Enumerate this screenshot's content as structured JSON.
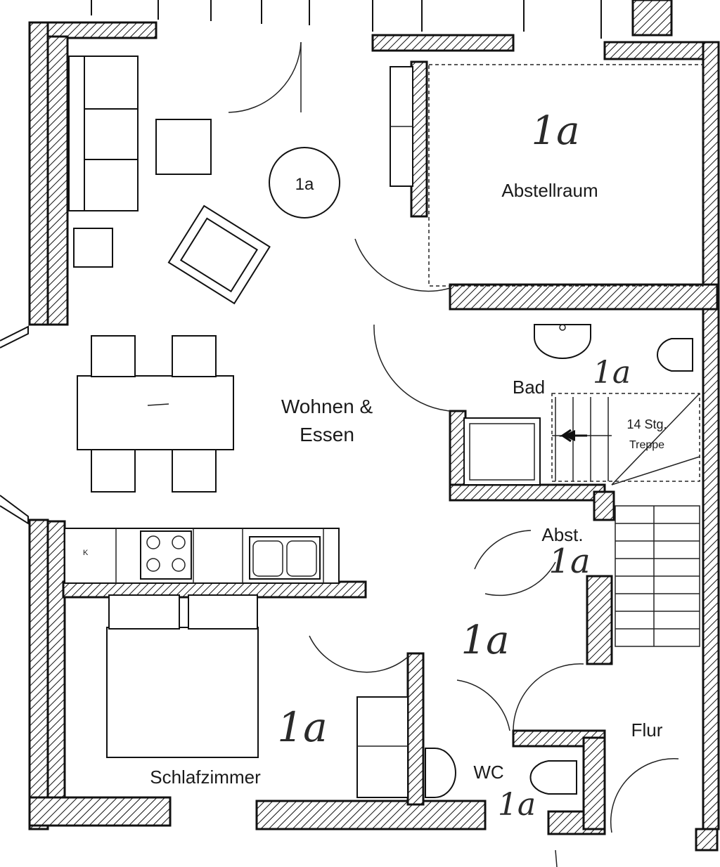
{
  "rooms": {
    "wohnen_line1": "Wohnen &",
    "wohnen_line2": "Essen",
    "abstellraum": "Abstellraum",
    "bad": "Bad",
    "abst": "Abst.",
    "schlafzimmer": "Schlafzimmer",
    "flur": "Flur",
    "wc": "WC"
  },
  "stair_label_line1": "14 Stg.",
  "stair_label_line2": "Treppe",
  "circle_marker": "1a",
  "fridge_label": "K",
  "handwritten": [
    "1a",
    "1a",
    "1a",
    "1a",
    "1a",
    "1a"
  ]
}
